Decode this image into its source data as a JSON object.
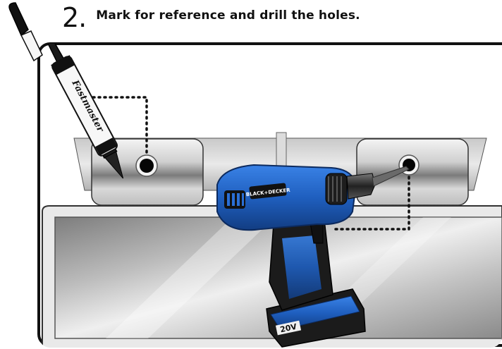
{
  "step": {
    "number": "2.",
    "instruction": "Mark for reference and drill the holes."
  },
  "marker": {
    "brand": "Fastmaster"
  },
  "drill": {
    "brand_label": "BLACK+DECKER",
    "battery_label": "20V"
  },
  "colors": {
    "drill_blue": "#1f5fbf",
    "drill_dark": "#1b1b1b",
    "frame_stroke": "#111111",
    "steel_light": "#e6e6e6",
    "steel_dark": "#8a8a8a"
  }
}
